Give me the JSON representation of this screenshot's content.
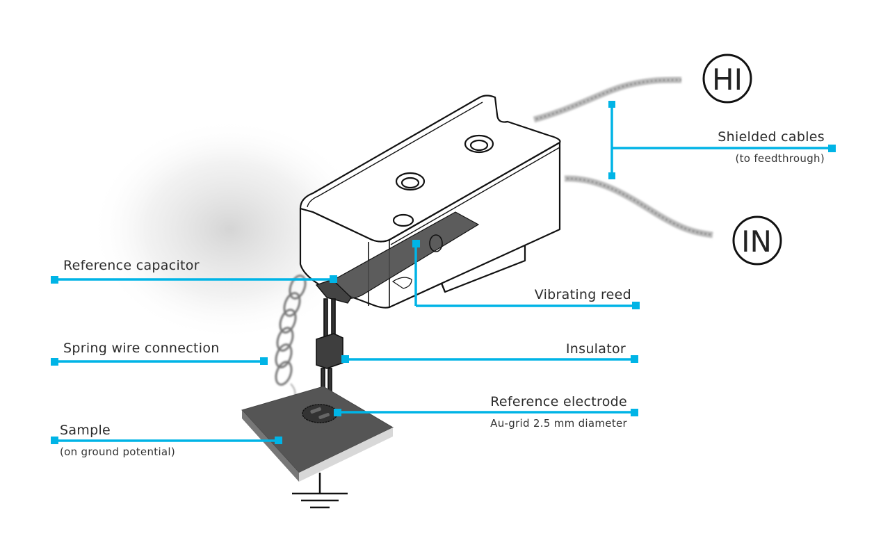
{
  "diagram": {
    "accent_color": "#00b4e6",
    "line_color": "#111111",
    "terminals": [
      {
        "id": "hi",
        "text": "HI"
      },
      {
        "id": "in",
        "text": "IN"
      }
    ],
    "labels": {
      "shielded_cables": {
        "title": "Shielded cables",
        "subtitle": "(to feedthrough)"
      },
      "reference_capacitor": {
        "title": "Reference capacitor"
      },
      "vibrating_reed": {
        "title": "Vibrating reed"
      },
      "spring_wire": {
        "title": "Spring wire connection"
      },
      "insulator": {
        "title": "Insulator"
      },
      "reference_electrode": {
        "title": "Reference electrode",
        "subtitle": "Au-grid 2.5 mm diameter"
      },
      "sample": {
        "title": "Sample",
        "subtitle": "(on ground potential)"
      }
    }
  }
}
